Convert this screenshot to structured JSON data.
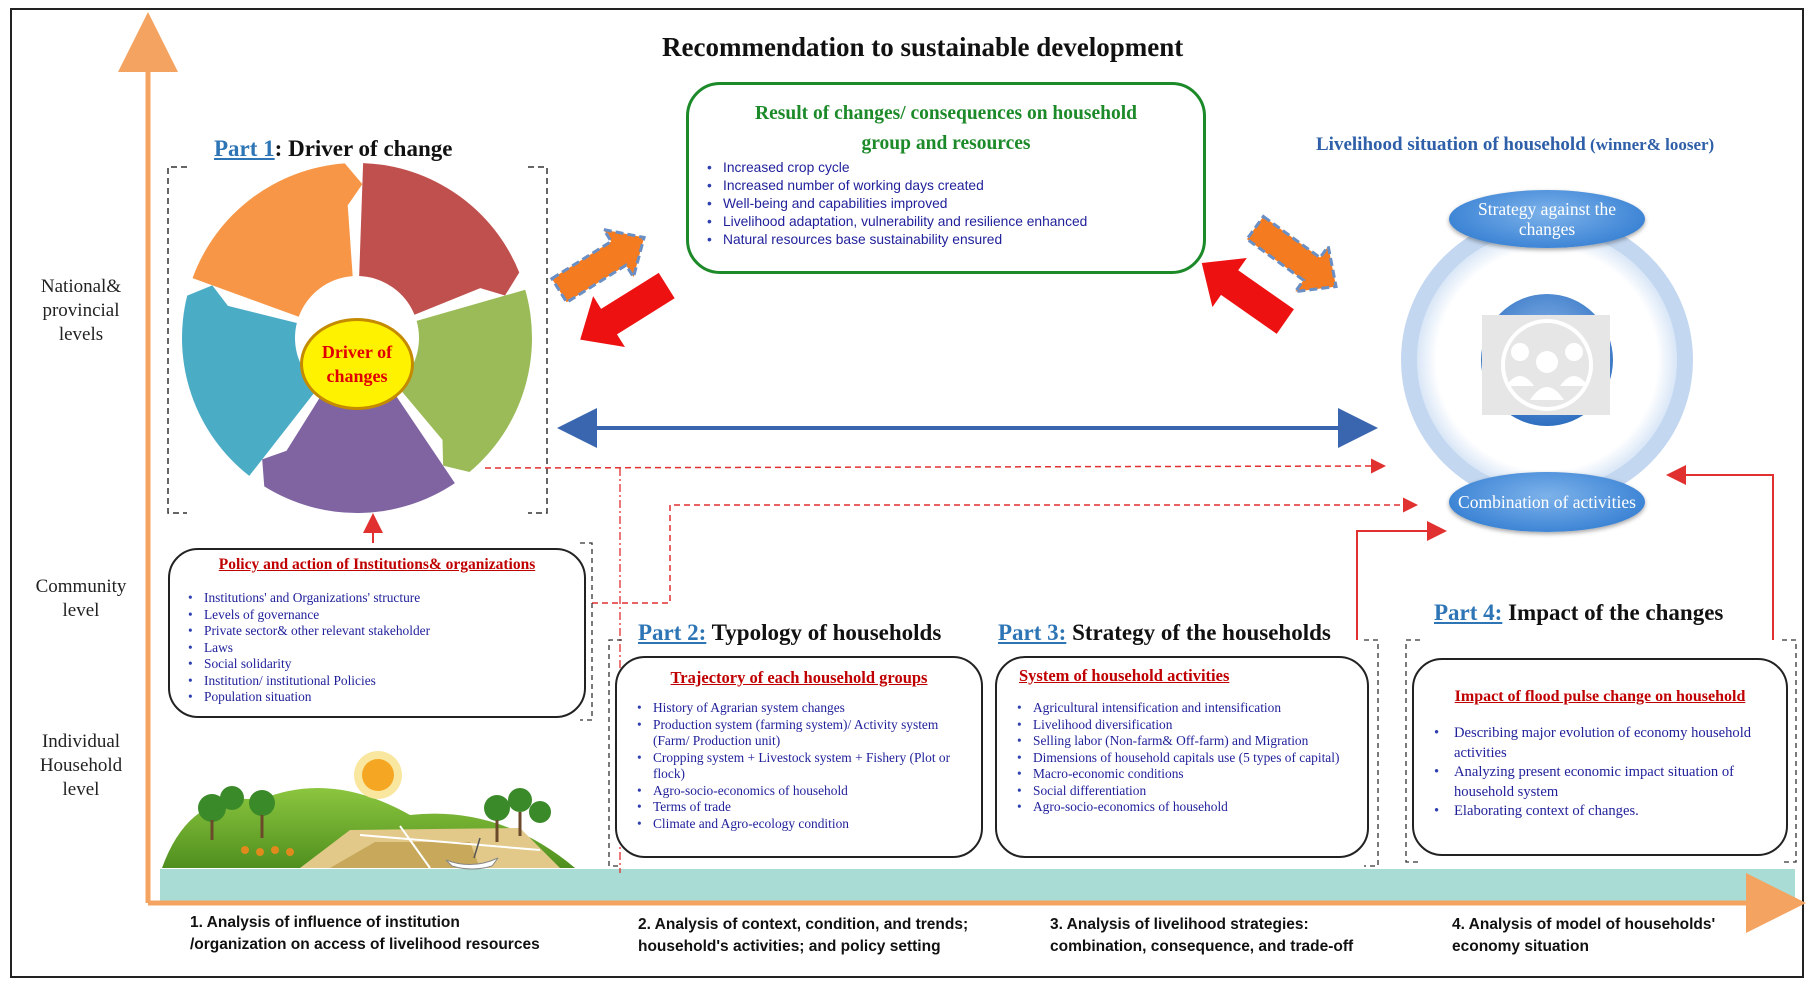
{
  "title": "Recommendation to sustainable development",
  "axis_levels": {
    "national": "National& provincial levels",
    "community": "Community level",
    "household": "Individual Household level"
  },
  "parts": {
    "p1": {
      "num": "Part 1",
      "rest": ": Driver of change"
    },
    "p2": {
      "num": "Part 2:",
      "rest": " Typology of households"
    },
    "p3": {
      "num": "Part 3:",
      "rest": " Strategy of  the households"
    },
    "p4": {
      "num": "Part 4:",
      "rest": " Impact  of  the changes"
    }
  },
  "driver_center": "Driver of changes",
  "results_box": {
    "title_line1": "Result of changes/ consequences on household",
    "title_line2": "group  and  resources",
    "items": [
      "Increased crop cycle",
      "Increased number of working days created",
      "Well-being and capabilities improved",
      "Livelihood adaptation, vulnerability and resilience enhanced",
      "Natural resources base sustainability ensured"
    ]
  },
  "livelihood": {
    "title": "Livelihood  situation  of household",
    "title_suffix": " (winner& looser)",
    "strategy": "Strategy  against the changes",
    "combination": "Combination  of activities"
  },
  "policy_box": {
    "title": "Policy and  action  of Institutions& organizations",
    "items": [
      "Institutions' and Organizations' structure",
      "Levels of governance",
      "Private sector& other relevant stakeholder",
      "Laws",
      "Social solidarity",
      "Institution/ institutional Policies",
      "Population situation"
    ]
  },
  "typology_box": {
    "title": "Trajectory  of each household groups",
    "items": [
      "History of Agrarian system changes",
      "Production system (farming system)/ Activity system (Farm/ Production unit)",
      "Cropping system + Livestock system + Fishery (Plot or flock)",
      "Agro-socio-economics of household",
      "Terms of trade",
      "Climate and Agro-ecology condition"
    ]
  },
  "strategy_box": {
    "title": "System of household activities",
    "items": [
      "Agricultural intensification and intensification",
      "Livelihood diversification",
      "Selling labor (Non-farm& Off-farm) and Migration",
      "Dimensions of household capitals use (5 types of capital)",
      "Macro-economic conditions",
      "Social differentiation",
      "Agro-socio-economics of household"
    ]
  },
  "impact_box": {
    "title": "Impact  of flood pulse change on household",
    "items": [
      "Describing major evolution  of economy household activities",
      "Analyzing present economic impact situation of household system",
      "Elaborating context of changes."
    ]
  },
  "bottom_labels": [
    "1. Analysis  of influence of institution /organization on access of livelihood resources",
    "2. Analysis  of context, condition,  and trends; household's activities; and policy setting",
    "3. Analysis  of livelihood strategies: combination, consequence, and trade-off",
    "4. Analysis  of model of households' economy situation"
  ],
  "colors": {
    "axis": "#f4a460",
    "band": "#a8dcd4",
    "green_box": "#1d8a2a",
    "red_heading": "#c00000",
    "part_number": "#2e75b6",
    "bullet_text": "#1f1f9a",
    "pie": [
      "#c0504d",
      "#9bbb59",
      "#8064a2",
      "#4bacc6",
      "#f79646"
    ],
    "driver_fill": "#fff200"
  },
  "icons": [
    "household-group-icon",
    "landscape-illustration",
    "sun-icon",
    "fisherman-boat-icon"
  ]
}
